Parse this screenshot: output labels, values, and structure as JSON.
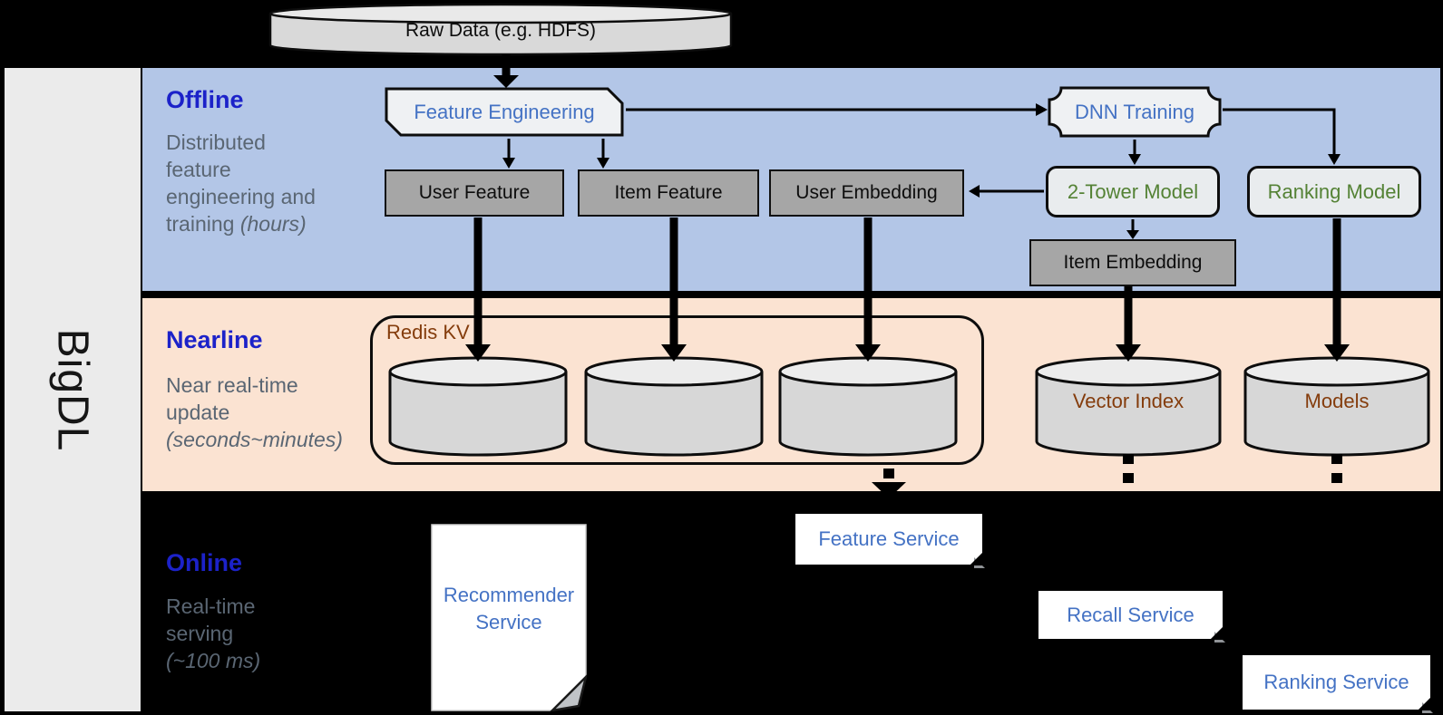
{
  "colors": {
    "offline_band": "#b3c6e7",
    "nearline_band": "#fbe3d2",
    "online_band": "#000000",
    "heading_blue": "#1c22c9",
    "service_blue": "#4472c4",
    "model_green": "#548235",
    "storage_brown": "#843c0c",
    "muted_gray_text": "#5a6673",
    "feature_box_gray": "#a6a6a6"
  },
  "sidebar": {
    "brand": "BigDL"
  },
  "source": {
    "raw_data_label": "Raw Data (e.g. HDFS)"
  },
  "sections": {
    "offline": {
      "title": "Offline",
      "desc_line1": "Distributed",
      "desc_line2": "feature",
      "desc_line3": "engineering and",
      "desc_line4": "training",
      "desc_line4_italic": "(hours)"
    },
    "nearline": {
      "title": "Nearline",
      "desc_line1": "Near real-time",
      "desc_line2": "update",
      "desc_italic": "(seconds~minutes)"
    },
    "online": {
      "title": "Online",
      "desc_line1": "Real-time",
      "desc_line2": "serving",
      "desc_italic": "(~100 ms)"
    }
  },
  "offline": {
    "feature_engineering": "Feature Engineering",
    "dnn_training": "DNN Training",
    "user_feature": "User Feature",
    "item_feature": "Item Feature",
    "user_embedding": "User Embedding",
    "two_tower_model": "2-Tower Model",
    "ranking_model": "Ranking Model",
    "item_embedding": "Item Embedding"
  },
  "nearline": {
    "redis_kv": "Redis KV",
    "vector_index": "Vector Index",
    "models": "Models"
  },
  "online": {
    "recommender_service": "Recommender Service",
    "feature_service": "Feature Service",
    "recall_service": "Recall Service",
    "ranking_service": "Ranking Service"
  }
}
